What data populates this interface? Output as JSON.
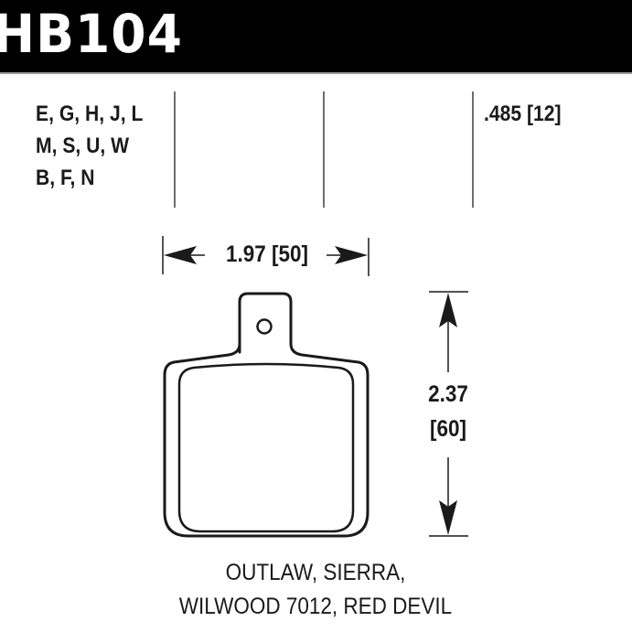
{
  "header": {
    "part_number": "HB104",
    "background_color": "#000000",
    "text_color": "#ffffff"
  },
  "compounds": {
    "lines": [
      "E, G, H, J, L",
      "M, S, U, W",
      "B, F, N"
    ]
  },
  "dimensions": {
    "thickness": ".485 [12]",
    "width": "1.97 [50]",
    "height_in": "2.37",
    "height_mm": "[60]"
  },
  "applications": {
    "lines": [
      "OUTLAW, SIERRA,",
      "WILWOOD 7012, RED DEVIL"
    ]
  },
  "icons": {
    "width_arrows": "double-headed-horizontal-arrow",
    "height_arrows": "double-headed-vertical-arrow",
    "pad_outline": "brake-pad-outline",
    "mounting_hole": "circle-hole"
  },
  "colors": {
    "line": "#1a1a1a",
    "divider": "#6e6e6e"
  }
}
